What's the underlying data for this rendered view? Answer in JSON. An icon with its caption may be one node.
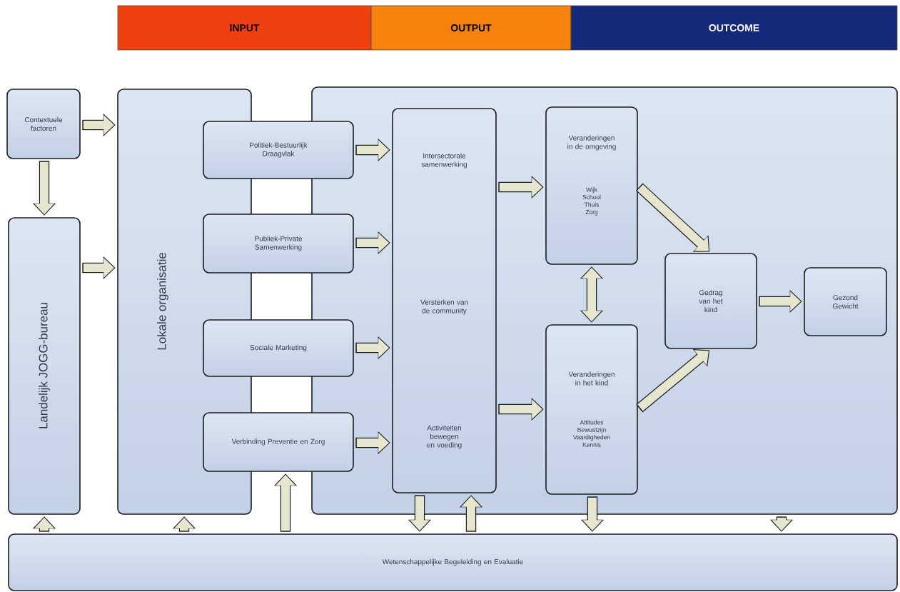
{
  "diagram": {
    "nodes": [
      {
        "text": [
          "INPUT"
        ]
      },
      {
        "text": [
          "OUTPUT"
        ]
      },
      {
        "text": [
          "OUTCOME"
        ]
      },
      {
        "text": [
          "Contextuele factoren"
        ]
      },
      {
        "text": [
          "Landelijk JOGG-bureau"
        ]
      },
      {
        "text": [
          "Lokale organisatie"
        ]
      },
      {
        "text": [
          "Politiek-Bestuurlijk Draagvlak"
        ]
      },
      {
        "text": [
          "Publiek-Private Samenwerking"
        ]
      },
      {
        "text": [
          "Sociale Marketing"
        ]
      },
      {
        "text": [
          "Verbinding Preventie en Zorg"
        ]
      },
      {
        "text": [],
        "shape": "box"
      },
      {
        "text": [
          "Intersectorale samenwerking",
          "Versterken van de community",
          "Activiteiten bewegen en voeding"
        ],
        "in": 10
      },
      {
        "text": [
          "Veranderingen in de omgeving",
          "Wijk School Thuis Zorg"
        ],
        "in": 10
      },
      {
        "text": [
          "Veranderingen in het kind",
          "Attitudes Bewustzijn Vaardigheden Kennis"
        ],
        "in": 10
      },
      {
        "text": [
          "Gedrag van het kind"
        ],
        "in": 10
      },
      {
        "text": [
          "Gezond Gewicht"
        ],
        "in": 10
      },
      {
        "text": [
          "Wetenschappelijke Begeleiding en Evaluatie"
        ]
      }
    ],
    "edges": [
      {
        "from": 3,
        "to": 5,
        "arrow": "to"
      },
      {
        "from": 3,
        "to": 4,
        "arrow": "to"
      },
      {
        "from": 4,
        "to": 5,
        "arrow": "to"
      },
      {
        "from": 6,
        "to": 11,
        "arrow": "to"
      },
      {
        "from": 7,
        "to": 11,
        "arrow": "to"
      },
      {
        "from": 8,
        "to": 11,
        "arrow": "to"
      },
      {
        "from": 9,
        "to": 11,
        "arrow": "to"
      },
      {
        "from": 11,
        "to": 12,
        "arrow": "to"
      },
      {
        "from": 11,
        "to": 13,
        "arrow": "to"
      },
      {
        "from": 12,
        "to": 13,
        "arrow": "both",
        "color": "#e6e6cf"
      },
      {
        "from": 12,
        "to": 14,
        "arrow": "to"
      },
      {
        "from": 13,
        "to": 14,
        "arrow": "to"
      },
      {
        "from": 14,
        "to": 15,
        "arrow": "to"
      },
      {
        "from": 16,
        "to": 4,
        "arrow": "to"
      },
      {
        "from": 16,
        "to": 5,
        "arrow": "to"
      },
      {
        "from": 16,
        "to": 9,
        "arrow": "to"
      },
      {
        "from": 11,
        "to": 16,
        "arrow": "to"
      },
      {
        "from": 16,
        "to": 11,
        "arrow": "to"
      },
      {
        "from": 13,
        "to": 16,
        "arrow": "to"
      },
      {
        "from": 10,
        "to": 16,
        "arrow": "to"
      }
    ]
  }
}
